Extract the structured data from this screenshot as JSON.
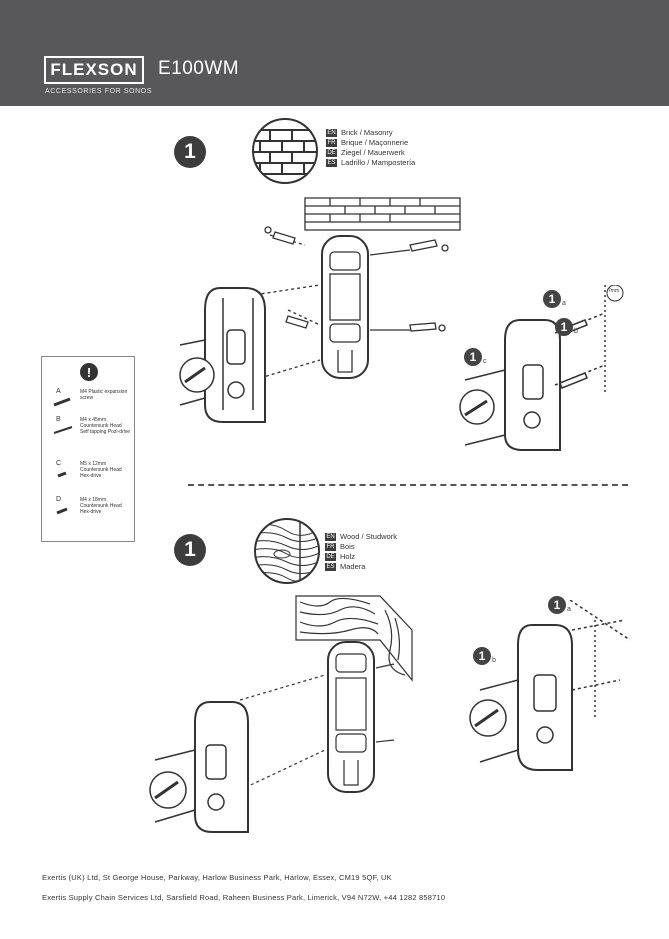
{
  "header": {
    "logo": "FLEXSON",
    "model": "E100WM",
    "tagline": "ACCESSORIES FOR SONOS"
  },
  "section_masonry": {
    "step_number": "1",
    "languages": [
      {
        "code": "EN",
        "text": "Brick / Masonry"
      },
      {
        "code": "FR",
        "text": "Brique / Maçonnerie"
      },
      {
        "code": "DE",
        "text": "Ziegel / Mauerwerk"
      },
      {
        "code": "ES",
        "text": "Ladrillo / Mampostería"
      }
    ],
    "sub_steps": [
      {
        "num": "1",
        "sub": "a"
      },
      {
        "num": "1",
        "sub": "b"
      },
      {
        "num": "1",
        "sub": "c"
      }
    ],
    "drill_label": "7mm"
  },
  "section_wood": {
    "step_number": "1",
    "languages": [
      {
        "code": "EN",
        "text": "Wood / Studwork"
      },
      {
        "code": "FR",
        "text": "Bois"
      },
      {
        "code": "DE",
        "text": "Holz"
      },
      {
        "code": "ES",
        "text": "Madera"
      }
    ],
    "sub_steps": [
      {
        "num": "1",
        "sub": "a"
      },
      {
        "num": "1",
        "sub": "b"
      }
    ]
  },
  "legend": {
    "items": [
      {
        "letter": "A",
        "desc": "M4 Plastic expansion screw"
      },
      {
        "letter": "B",
        "desc": "M4 x 45mm\nCountersunk Head\nSelf tapping Pozi-drive"
      },
      {
        "letter": "C",
        "desc": "M5 x 12mm\nCountersunk Head\nHex-drive"
      },
      {
        "letter": "D",
        "desc": "M4 x 18mm\nCountersunk Head\nHex-drive"
      }
    ]
  },
  "footer": {
    "line1": "Exertis (UK) Ltd, St George House, Parkway, Harlow Business Park, Harlow, Essex, CM19 5QF, UK",
    "line2": "Exertis Supply Chain Services Ltd, Sarsfield Road, Raheen Business Park, Limerick, V94 N72W,  +44 1282 858710"
  },
  "colors": {
    "header_bg": "#58585a",
    "dark": "#3d3d3d"
  }
}
